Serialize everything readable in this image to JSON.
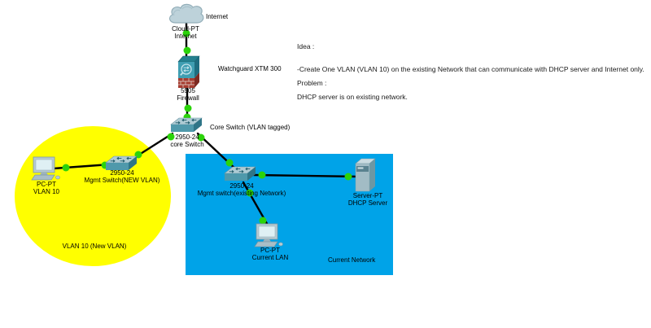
{
  "note": {
    "idea_heading": "Idea :",
    "idea_text": "-Create One VLAN (VLAN 10) on the existing Network that can communicate with DHCP server and Internet only.",
    "problem_heading": "Problem :",
    "problem_text": "DHCP server is on existing network."
  },
  "zones": {
    "vlan10": {
      "label": "VLAN 10 (New VLAN)",
      "color": "#ffff00"
    },
    "current": {
      "label": "Current Network",
      "color": "#00a3e8"
    }
  },
  "devices": {
    "cloud": {
      "annotation": "Internet",
      "line1": "Cloud-PT",
      "line2": "Internet"
    },
    "firewall": {
      "annotation": "Watchguard XTM 300",
      "line1": "5505",
      "line2": "Firewall"
    },
    "core_switch": {
      "annotation": "Core Switch (VLAN tagged)",
      "line1": "2950-24",
      "line2": "core Switch"
    },
    "mgmt_switch_new": {
      "line1": "2950-24",
      "line2": "Mgmt Switch(NEW VLAN)"
    },
    "pc_vlan10": {
      "line1": "PC-PT",
      "line2": "VLAN 10"
    },
    "mgmt_switch_existing": {
      "line1": "2950-24",
      "line2": "Mgmt switch(existing Network)"
    },
    "server": {
      "line1": "Server-PT",
      "line2": "DHCP Server"
    },
    "pc_current": {
      "line1": "PC-PT",
      "line2": "Current LAN"
    }
  },
  "link": {
    "status_color": "#2bd30a",
    "cable_color": "#000000"
  }
}
